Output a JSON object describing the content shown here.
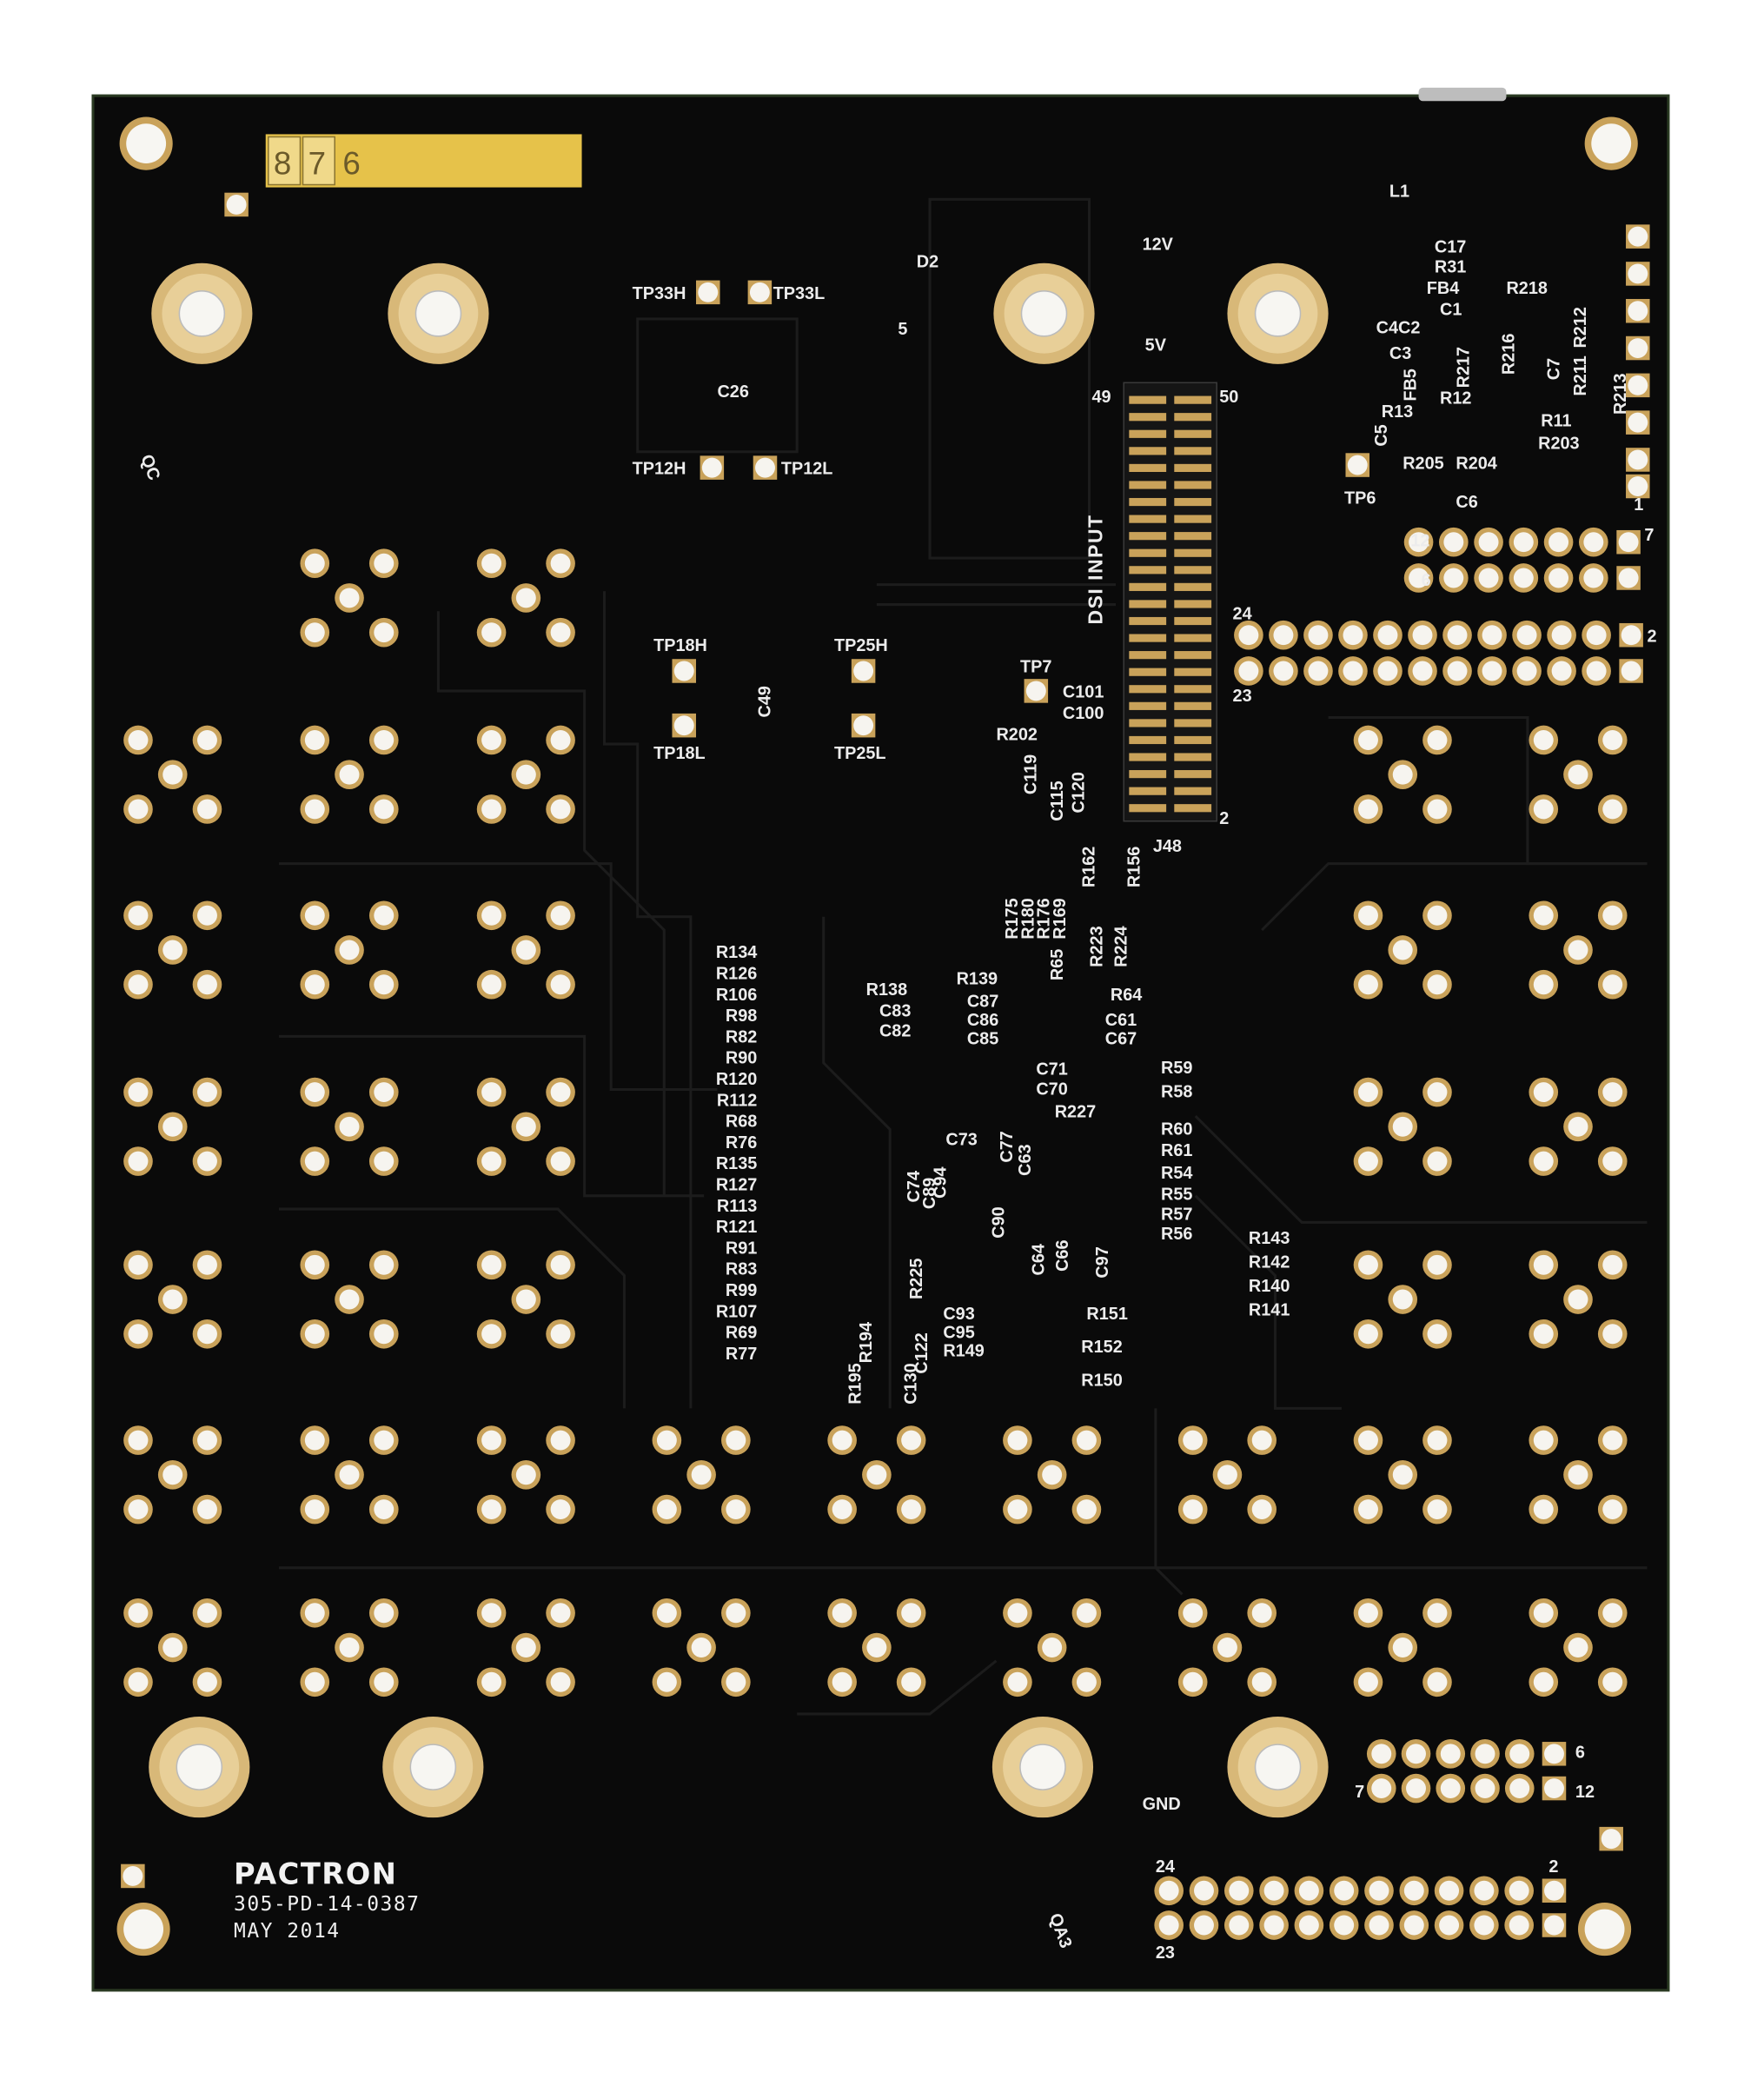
{
  "board": {
    "manufacturer": "PACTRON",
    "part_number": "305-PD-14-0387",
    "date_code": "MAY 2014",
    "serial_sticker_digits": [
      "8",
      "7",
      "6"
    ],
    "connector_label": "J48",
    "connector_pin_labels": [
      "49",
      "50",
      "2"
    ],
    "power_labels": [
      "12V",
      "5V",
      "GND"
    ],
    "colors": {
      "board": "#0a0a0a",
      "gold": "#c9a25a",
      "silkscreen": "#ececec",
      "sticker": "#e6c24a"
    }
  },
  "silkscreen_labels": [
    "TP33H",
    "TP33L",
    "TP12H",
    "TP12L",
    "C26",
    "D2",
    "5",
    "DSI INPUT",
    "24",
    "23",
    "TP7",
    "C101",
    "C100",
    "R202",
    "C119",
    "C115",
    "C120",
    "TP18H",
    "TP18L",
    "TP25H",
    "TP25L",
    "C49",
    "L1",
    "C17",
    "R31",
    "FB4",
    "R218",
    "C1",
    "C4C2",
    "C3",
    "FB5",
    "R217",
    "R216",
    "R212",
    "R211",
    "C7",
    "R213",
    "R13",
    "R12",
    "R11",
    "R203",
    "C5",
    "R205",
    "R204",
    "C6",
    "TP6",
    "1",
    "12",
    "7",
    "6",
    "2",
    "R134",
    "R126",
    "R106",
    "R98",
    "R82",
    "R90",
    "R120",
    "R112",
    "R68",
    "R76",
    "R135",
    "R127",
    "R113",
    "R121",
    "R91",
    "R83",
    "R99",
    "R107",
    "R69",
    "R77",
    "R138",
    "C83",
    "C82",
    "R139",
    "C87",
    "C86",
    "C85",
    "R65",
    "R64",
    "C61",
    "C67",
    "C71",
    "C70",
    "R59",
    "R58",
    "R227",
    "R60",
    "R61",
    "R54",
    "R55",
    "R57",
    "R56",
    "C73",
    "C77",
    "C74",
    "C89",
    "C94",
    "C63",
    "C90",
    "C64",
    "C66",
    "C97",
    "R225",
    "C93",
    "C95",
    "R149",
    "C122",
    "C130",
    "R194",
    "R195",
    "R143",
    "R142",
    "R140",
    "R141",
    "R151",
    "R152",
    "R150",
    "R175",
    "R180",
    "R176",
    "R169",
    "R162",
    "R156",
    "R223",
    "R224",
    "6",
    "7",
    "12",
    "24",
    "2",
    "23",
    "QC",
    "QA3"
  ]
}
